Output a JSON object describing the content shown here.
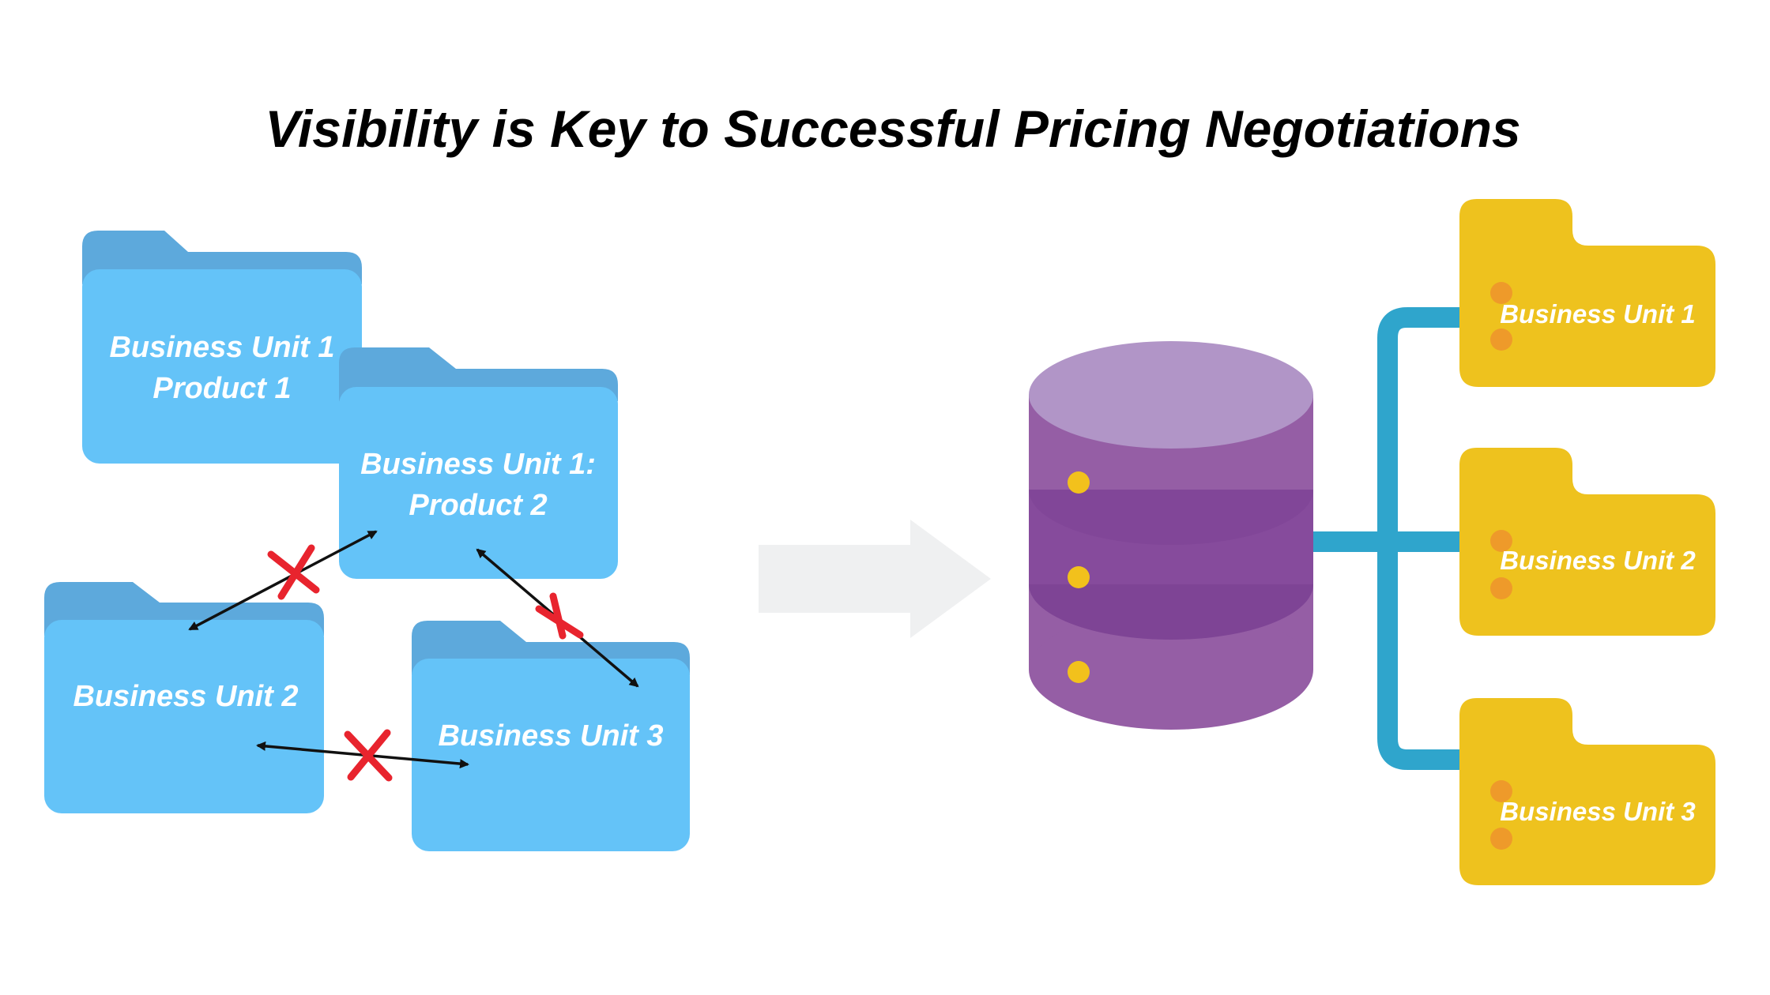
{
  "title": "Visibility is Key to Successful Pricing Negotiations",
  "colors": {
    "blue_folder_front": "#64c3f8",
    "blue_folder_back": "#5da9dc",
    "yellow_folder": "#eec21e",
    "yellow_dot": "#ee9a2a",
    "database_top": "#b195c7",
    "database_band_light": "#955ea5",
    "database_band_dark": "#864b9c",
    "database_dot": "#f2c11c",
    "connector": "#2fa5cc",
    "arrow": "#eff0f1",
    "blocked_mark": "#e8242e"
  },
  "left_side": {
    "folders": [
      {
        "line1": "Business Unit 1",
        "line2": "Product 1"
      },
      {
        "line1": "Business Unit 1:",
        "line2": "Product 2"
      },
      {
        "line1": "Business Unit 2"
      },
      {
        "line1": "Business Unit 3"
      }
    ],
    "blocked_link_icon": "red-x-icon"
  },
  "transition_icon": "right-arrow-icon",
  "right_side": {
    "database_icon": "database-icon",
    "folders": [
      {
        "label": "Business Unit 1"
      },
      {
        "label": "Business Unit 2"
      },
      {
        "label": "Business Unit 3"
      }
    ]
  }
}
